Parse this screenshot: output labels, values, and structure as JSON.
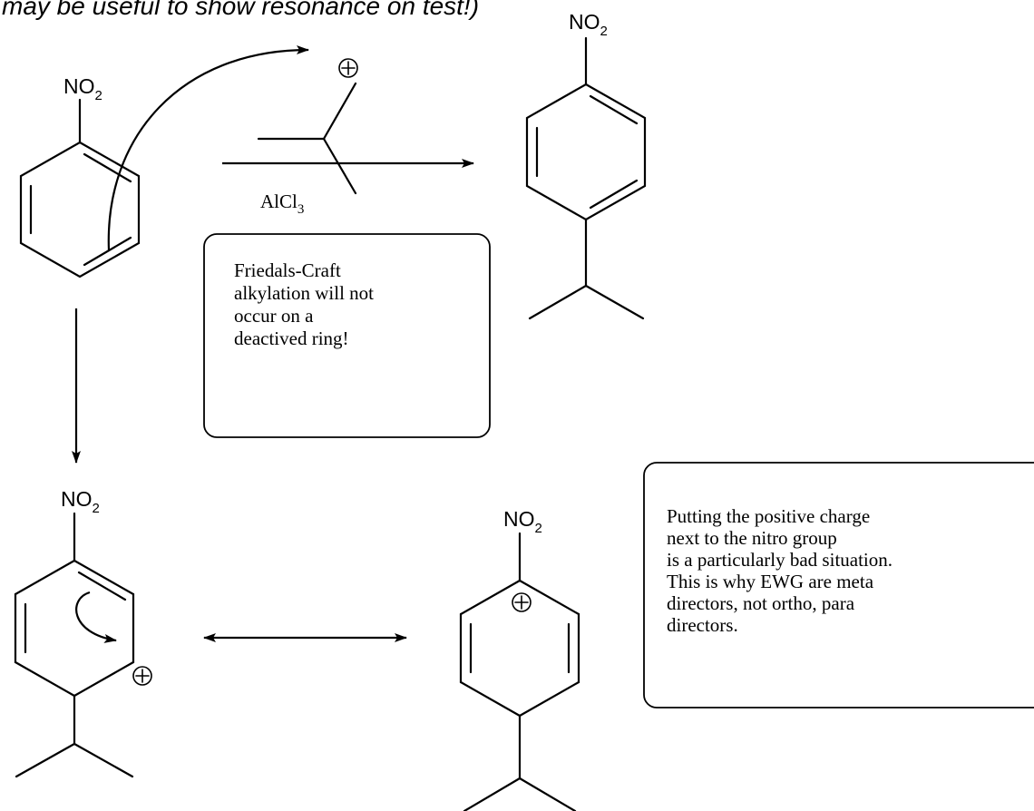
{
  "header_text": "may be useful to show resonance on test!)",
  "labels": {
    "nitro": "NO",
    "nitro_sub": "2",
    "reagent": "AlCl",
    "reagent_sub": "3"
  },
  "notes": {
    "friedel_crafts": [
      "Friedals-Craft",
      "alkylation will not",
      "occur on a",
      "deactived ring!"
    ],
    "ewg": [
      "Putting the positive charge",
      "next to the nitro group",
      "is a particularly bad situation.",
      "This is why EWG are meta",
      "directors, not ortho, para",
      "directors."
    ]
  },
  "icons": {
    "positive_charge": "circled-plus-icon",
    "reaction_arrow": "right-arrow-icon",
    "resonance_arrow": "double-headed-arrow-icon",
    "curved_arrow": "curved-arrow-icon"
  }
}
